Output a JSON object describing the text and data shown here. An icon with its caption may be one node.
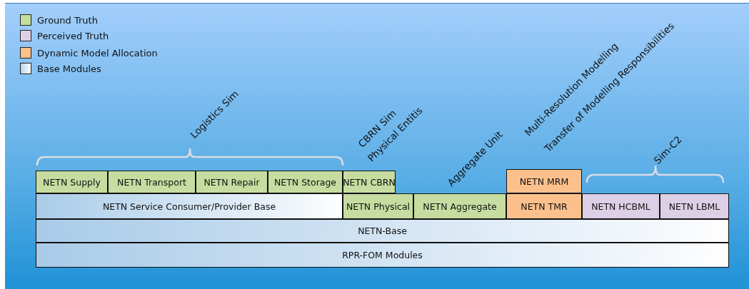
{
  "diagram": {
    "nodes": [
      {
        "text": [
          "NETN Supply"
        ]
      },
      {
        "text": [
          "NETN Transport"
        ]
      },
      {
        "text": [
          "NETN Repair"
        ]
      },
      {
        "text": [
          "NETN Storage"
        ]
      },
      {
        "text": [
          "NETN CBRN"
        ]
      },
      {
        "text": [
          "NETN MRM"
        ]
      },
      {
        "text": [
          "NETN Service Consumer/Provider Base"
        ]
      },
      {
        "text": [
          "NETN Physical"
        ]
      },
      {
        "text": [
          "NETN Aggregate"
        ]
      },
      {
        "text": [
          "NETN TMR"
        ]
      },
      {
        "text": [
          "NETN HCBML"
        ]
      },
      {
        "text": [
          "NETN LBML"
        ]
      },
      {
        "text": [
          "NETN-Base"
        ]
      },
      {
        "text": [
          "RPR-FOM Modules"
        ]
      }
    ],
    "labels": [
      "Logistics Sim",
      "CBRN Sim",
      "Physical Entitis",
      "Aggregate Unit",
      "Multi-Resolution Modelling",
      "Transfer of Modelling Responsibilities",
      "Sim-C2"
    ],
    "legend": [
      {
        "text": "Ground Truth",
        "color": "#c6dca0"
      },
      {
        "text": "Perceived Truth",
        "color": "#ddd0e6"
      },
      {
        "text": "Dynamic Model Allocation",
        "color": "#fcc08c"
      },
      {
        "text": "Base Modules",
        "color": "#dbe9f5"
      }
    ]
  }
}
